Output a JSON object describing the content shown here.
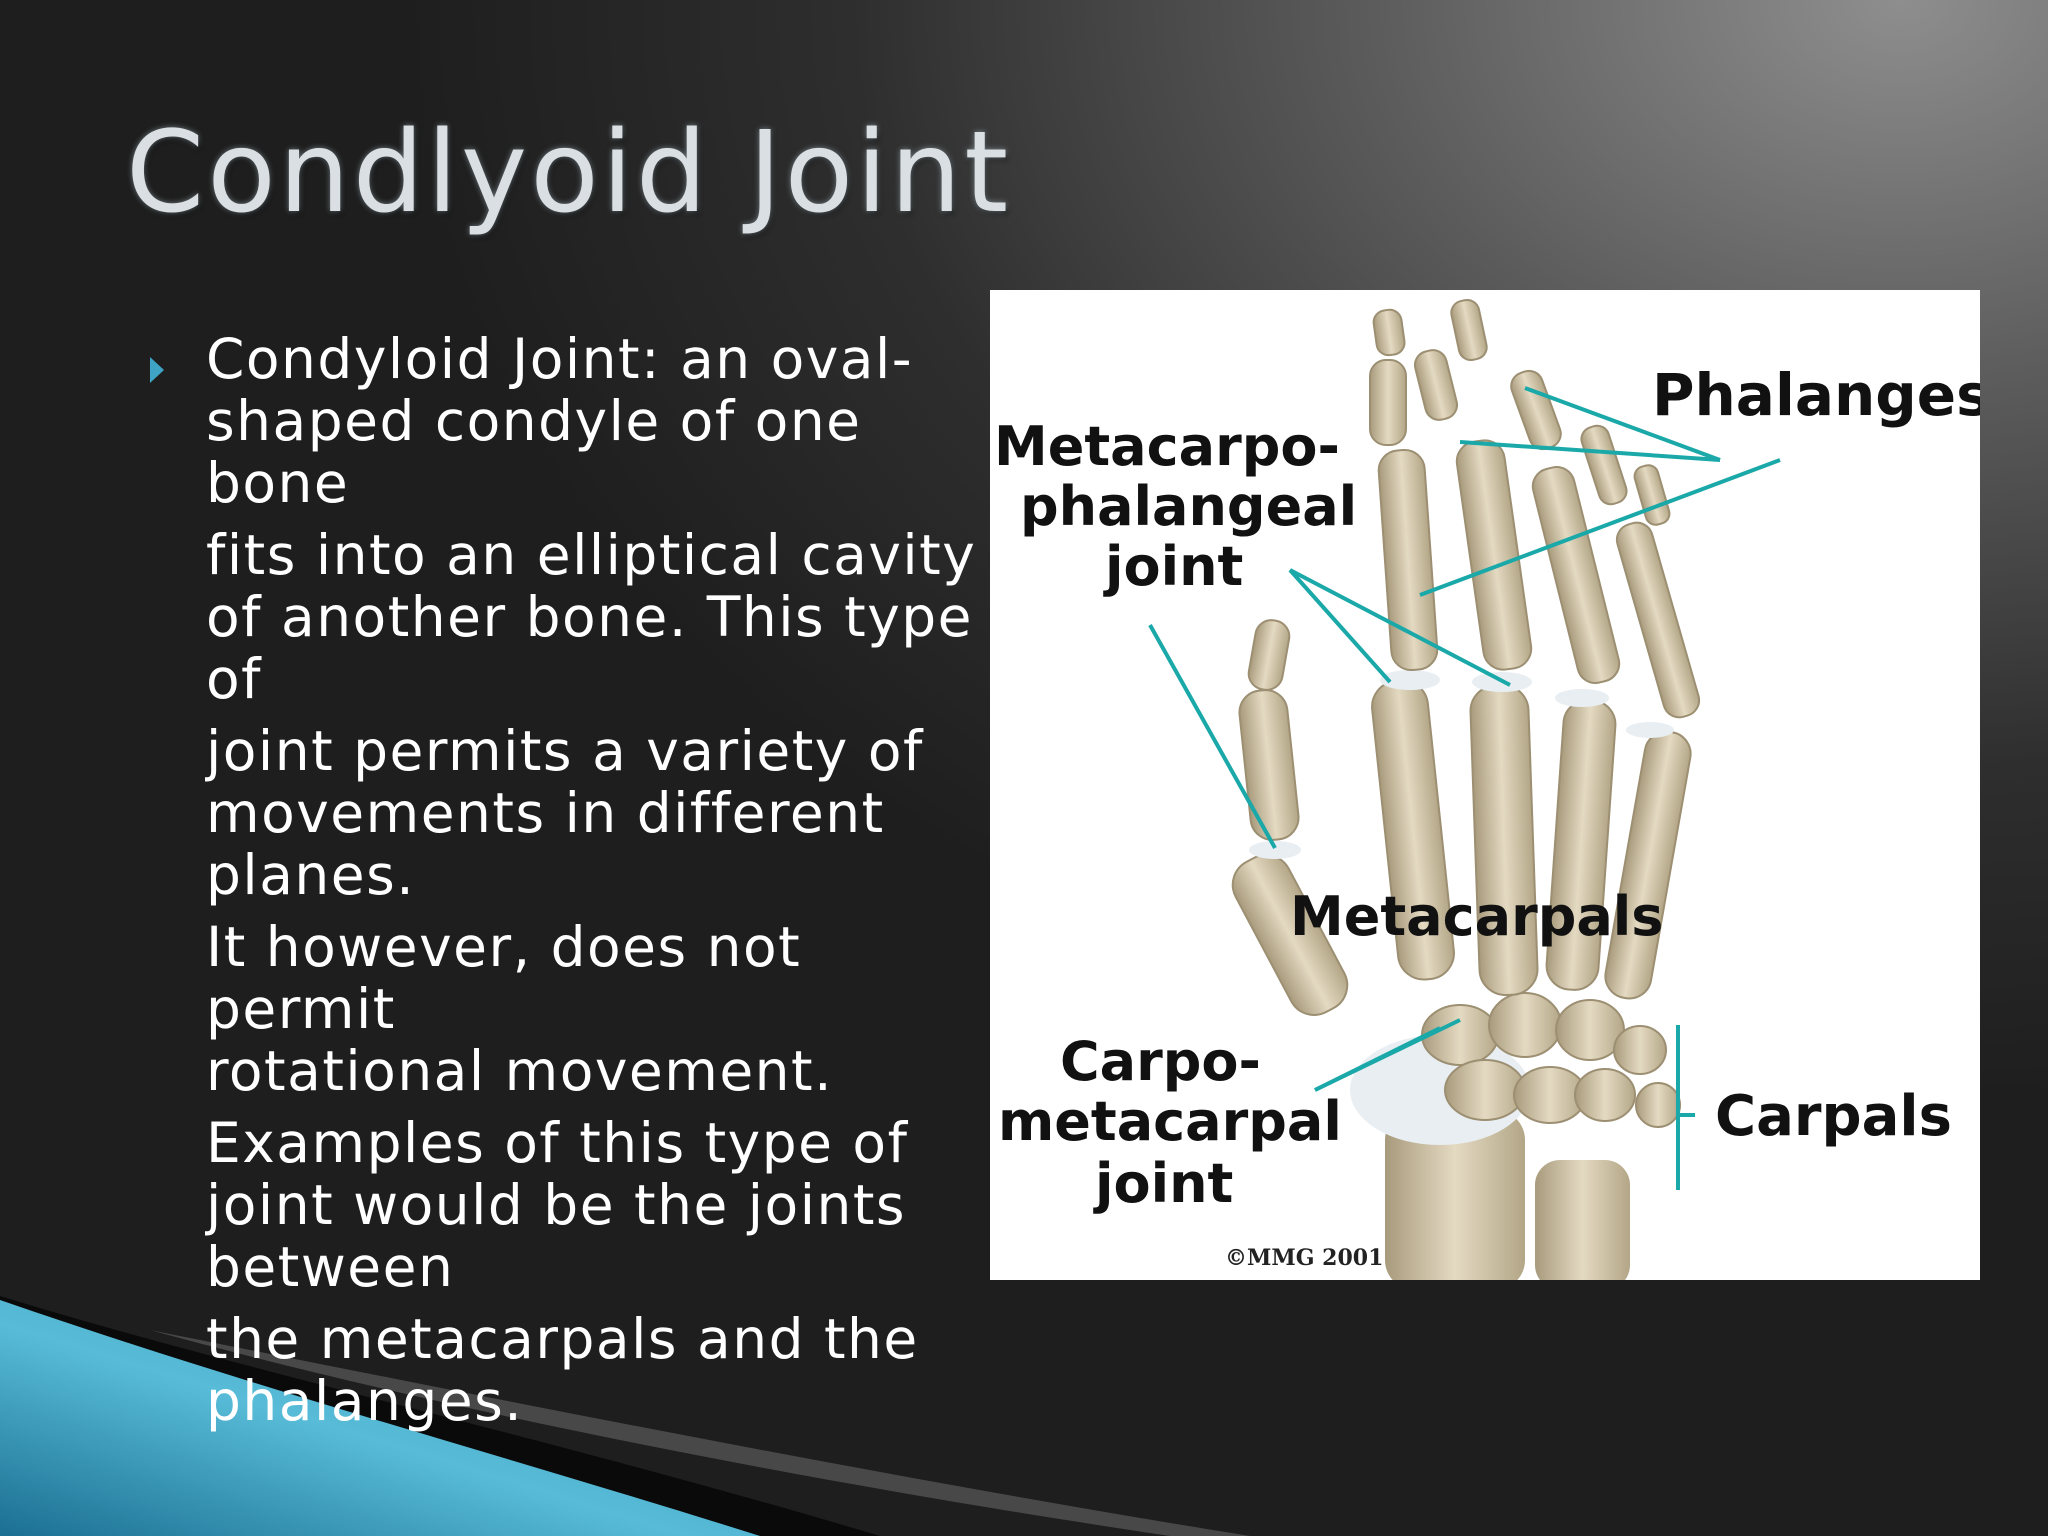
{
  "slide": {
    "title": "Condlyoid Joint",
    "paragraphs": [
      "Condyloid Joint: an oval-\nshaped condyle of one bone",
      "fits into an elliptical cavity\nof another bone.  This type\nof",
      "joint permits a variety of\nmovements in different\nplanes.",
      "It however, does not permit\nrotational movement.",
      "Examples of this type of\njoint would be the joints\nbetween",
      "the metacarpals and the\nphalanges."
    ]
  },
  "figure": {
    "labels": {
      "phalanges": "Phalanges",
      "mcp_line1": "Metacarpo-",
      "mcp_line2": "phalangeal",
      "mcp_line3": "joint",
      "metacarpals": "Metacarpals",
      "cmc_line1": "Carpo-",
      "cmc_line2": "metacarpal",
      "cmc_line3": "joint",
      "carpals": "Carpals",
      "copyright": "©MMG 2001"
    },
    "colors": {
      "bone": "#d8ccb0",
      "bone_shadow": "#a89a7c",
      "cartilage": "#e8eef2",
      "pointer_line": "#1aa8a8"
    }
  },
  "theme": {
    "accent": "#3fa3c6",
    "title_color": "#d9dfe2",
    "text_color": "#ffffff"
  }
}
